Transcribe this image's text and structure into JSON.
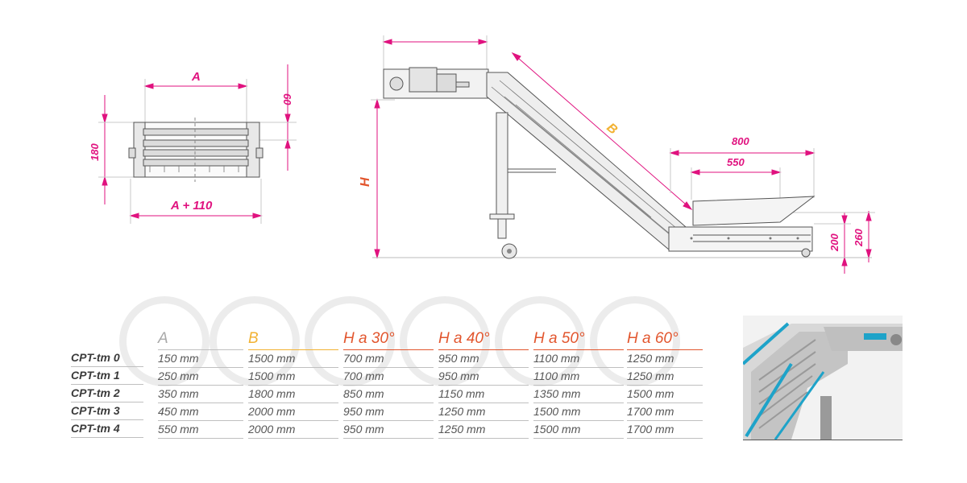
{
  "dimensions": {
    "front_width": "A",
    "front_width_plus": "A + 110",
    "front_height": "180",
    "top_offset": "60",
    "conveyor_height": "H",
    "incline_length": "B",
    "hopper_length": "800",
    "hopper_inner": "550",
    "base_height_1": "200",
    "base_height_2": "260"
  },
  "table": {
    "columns": [
      {
        "label": "A",
        "color": "#a9a9a9",
        "values": [
          "150 mm",
          "250 mm",
          "350 mm",
          "450 mm",
          "550 mm"
        ]
      },
      {
        "label": "B",
        "color": "#f2b233",
        "values": [
          "1500 mm",
          "1500 mm",
          "1800 mm",
          "2000 mm",
          "2000 mm"
        ]
      },
      {
        "label": "H a 30°",
        "color": "#e2562e",
        "values": [
          "700 mm",
          "700 mm",
          "850 mm",
          "950 mm",
          "950 mm"
        ]
      },
      {
        "label": "H a 40°",
        "color": "#e2562e",
        "values": [
          "950 mm",
          "950 mm",
          "1150 mm",
          "1250 mm",
          "1250 mm"
        ]
      },
      {
        "label": "H a 50°",
        "color": "#e2562e",
        "values": [
          "1100 mm",
          "1100 mm",
          "1350 mm",
          "1500 mm",
          "1500 mm"
        ]
      },
      {
        "label": "H a 60°",
        "color": "#e2562e",
        "values": [
          "1250 mm",
          "1250 mm",
          "1500 mm",
          "1700 mm",
          "1700 mm"
        ]
      }
    ],
    "models": [
      "CPT-tm 0",
      "CPT-tm 1",
      "CPT-tm 2",
      "CPT-tm 3",
      "CPT-tm 4"
    ]
  },
  "colors": {
    "dimension": "#e0127f",
    "accent_b": "#f2b233",
    "accent_h": "#e2562e",
    "photo_accent": "#1ea3c9"
  }
}
